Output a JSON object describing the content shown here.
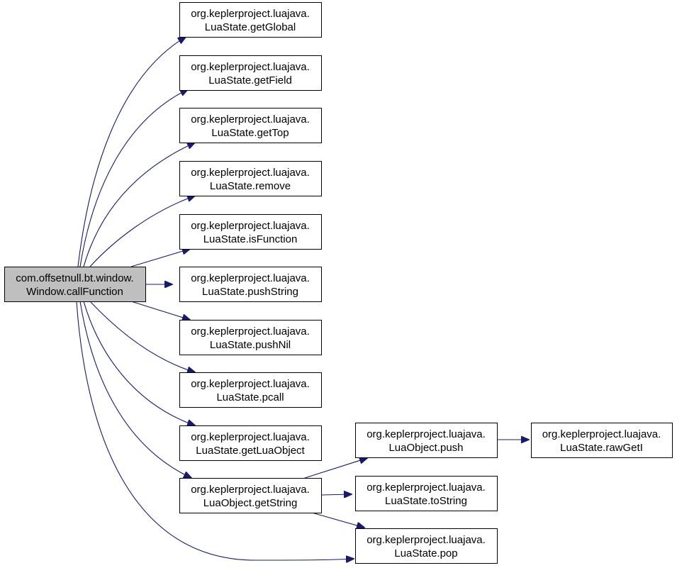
{
  "diagram": {
    "colors": {
      "edge": "#191970",
      "root_fill": "#bfbfbf",
      "node_fill": "#ffffff",
      "border": "#000000"
    },
    "nodes": [
      {
        "id": "root",
        "lines": [
          "com.offsetnull.bt.window.",
          "Window.callFunction"
        ]
      },
      {
        "id": "getGlobal",
        "lines": [
          "org.keplerproject.luajava.",
          "LuaState.getGlobal"
        ]
      },
      {
        "id": "getField",
        "lines": [
          "org.keplerproject.luajava.",
          "LuaState.getField"
        ]
      },
      {
        "id": "getTop",
        "lines": [
          "org.keplerproject.luajava.",
          "LuaState.getTop"
        ]
      },
      {
        "id": "remove",
        "lines": [
          "org.keplerproject.luajava.",
          "LuaState.remove"
        ]
      },
      {
        "id": "isFunction",
        "lines": [
          "org.keplerproject.luajava.",
          "LuaState.isFunction"
        ]
      },
      {
        "id": "pushString",
        "lines": [
          "org.keplerproject.luajava.",
          "LuaState.pushString"
        ]
      },
      {
        "id": "pushNil",
        "lines": [
          "org.keplerproject.luajava.",
          "LuaState.pushNil"
        ]
      },
      {
        "id": "pcall",
        "lines": [
          "org.keplerproject.luajava.",
          "LuaState.pcall"
        ]
      },
      {
        "id": "getLuaObject",
        "lines": [
          "org.keplerproject.luajava.",
          "LuaState.getLuaObject"
        ]
      },
      {
        "id": "getString",
        "lines": [
          "org.keplerproject.luajava.",
          "LuaObject.getString"
        ]
      },
      {
        "id": "push",
        "lines": [
          "org.keplerproject.luajava.",
          "LuaObject.push"
        ]
      },
      {
        "id": "toString",
        "lines": [
          "org.keplerproject.luajava.",
          "LuaState.toString"
        ]
      },
      {
        "id": "pop",
        "lines": [
          "org.keplerproject.luajava.",
          "LuaState.pop"
        ]
      },
      {
        "id": "rawGetI",
        "lines": [
          "org.keplerproject.luajava.",
          "LuaState.rawGetI"
        ]
      }
    ],
    "edges": [
      {
        "from": "root",
        "to": "getGlobal"
      },
      {
        "from": "root",
        "to": "getField"
      },
      {
        "from": "root",
        "to": "getTop"
      },
      {
        "from": "root",
        "to": "remove"
      },
      {
        "from": "root",
        "to": "isFunction"
      },
      {
        "from": "root",
        "to": "pushString"
      },
      {
        "from": "root",
        "to": "pushNil"
      },
      {
        "from": "root",
        "to": "pcall"
      },
      {
        "from": "root",
        "to": "getLuaObject"
      },
      {
        "from": "root",
        "to": "getString"
      },
      {
        "from": "root",
        "to": "pop"
      },
      {
        "from": "getString",
        "to": "push"
      },
      {
        "from": "getString",
        "to": "toString"
      },
      {
        "from": "getString",
        "to": "pop"
      },
      {
        "from": "push",
        "to": "rawGetI"
      }
    ]
  }
}
